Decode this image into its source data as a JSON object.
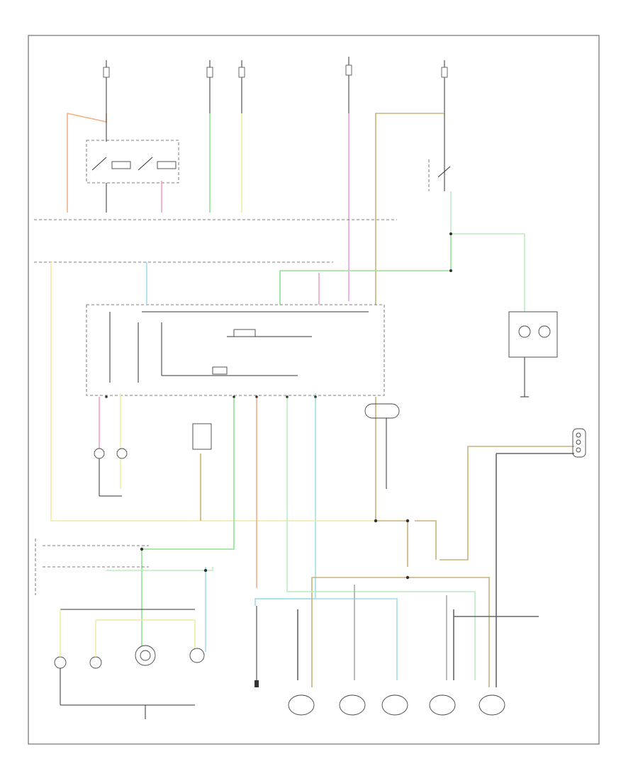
{
  "diagram": {
    "footer_code": "",
    "colors": {
      "orange": "#f4b183",
      "green": "#8fe38f",
      "yellow": "#f1e9a6",
      "pink": "#f2a3b8",
      "magenta": "#e9a0e9",
      "olive": "#c8b27a",
      "cyan": "#9fdfe8",
      "lightgreen": "#b9edc2",
      "grey": "#666666"
    },
    "components": [
      {
        "id": "fuse-block",
        "label": ""
      },
      {
        "id": "headlamp-switch",
        "label": ""
      },
      {
        "id": "multifunction-switch",
        "label": ""
      },
      {
        "id": "flasher",
        "label": ""
      },
      {
        "id": "left-front-lamp",
        "label": ""
      },
      {
        "id": "right-front-lamp",
        "label": ""
      },
      {
        "id": "left-rear-lamp",
        "label": ""
      },
      {
        "id": "right-rear-lamp",
        "label": ""
      },
      {
        "id": "high-mount-lamp",
        "label": ""
      },
      {
        "id": "trailer-connector",
        "label": ""
      }
    ]
  }
}
